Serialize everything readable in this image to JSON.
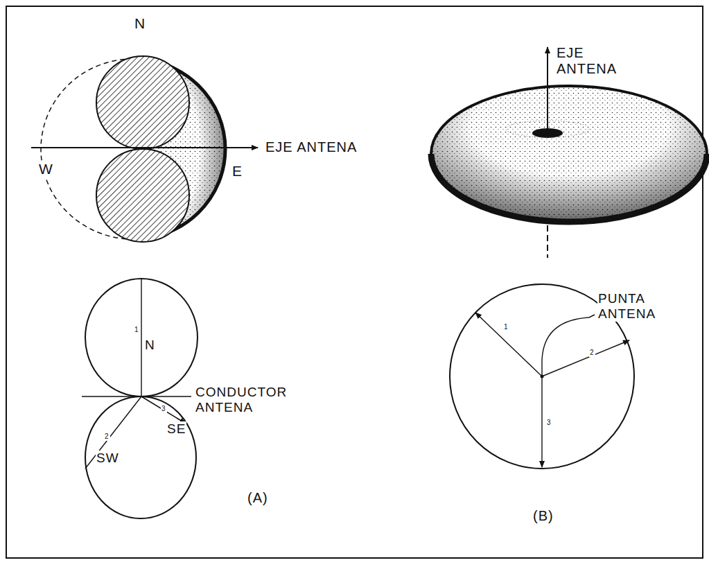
{
  "diagram": {
    "labels": [
      "N",
      "EJE ANTENA",
      "W",
      "E",
      "1",
      "N",
      "CONDUCTOR ANTENA",
      "2",
      "SW",
      "3",
      "SE",
      "(A)",
      "EJE ANTENA",
      "PUNTA ANTENA",
      "1",
      "2",
      "3",
      "(B)"
    ]
  }
}
